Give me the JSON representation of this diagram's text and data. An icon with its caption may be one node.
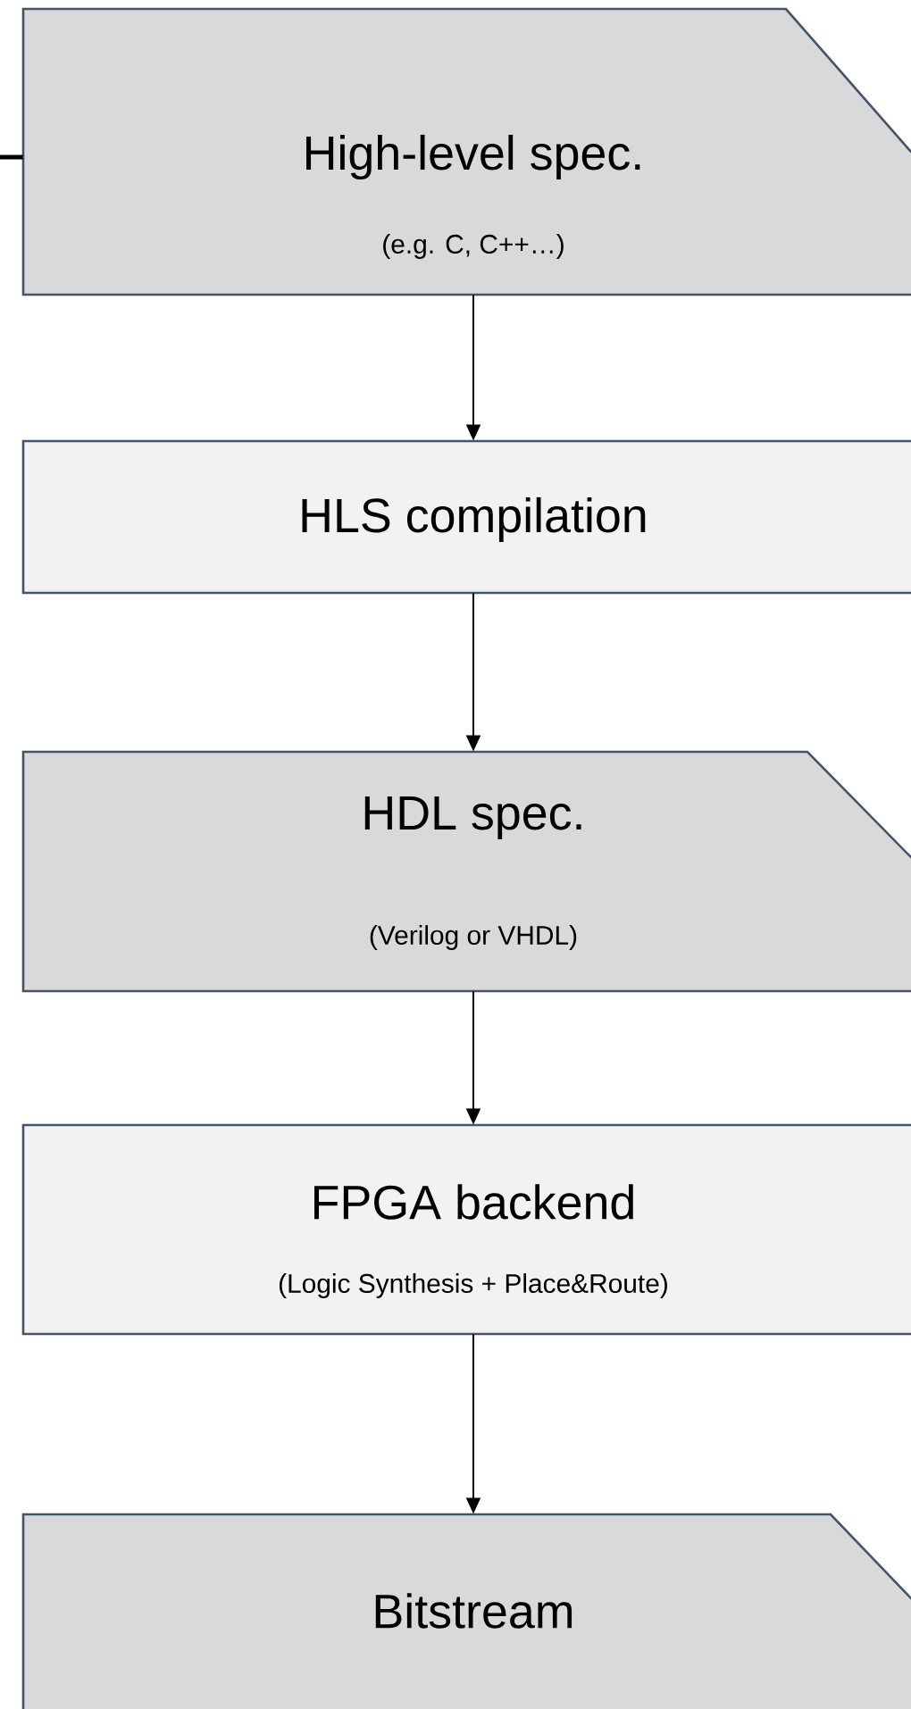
{
  "diagram": {
    "nodes": [
      {
        "text": [
          "High-level spec.",
          "(e.g. C, C++…)"
        ]
      },
      {
        "text": [
          "HLS compilation"
        ]
      },
      {
        "text": [
          "HDL spec.",
          "(Verilog or VHDL)"
        ]
      },
      {
        "text": [
          "FPGA backend",
          "(Logic Synthesis + Place&Route)"
        ]
      },
      {
        "text": [
          "Bitstream"
        ]
      }
    ],
    "edges": [
      {
        "from": null,
        "to": 0,
        "arrow": "none",
        "style": "thick"
      },
      {
        "from": 0,
        "to": 1,
        "arrow": "to"
      },
      {
        "from": 1,
        "to": 2,
        "arrow": "to"
      },
      {
        "from": 2,
        "to": 3,
        "arrow": "to"
      },
      {
        "from": 3,
        "to": 4,
        "arrow": "to"
      }
    ]
  }
}
